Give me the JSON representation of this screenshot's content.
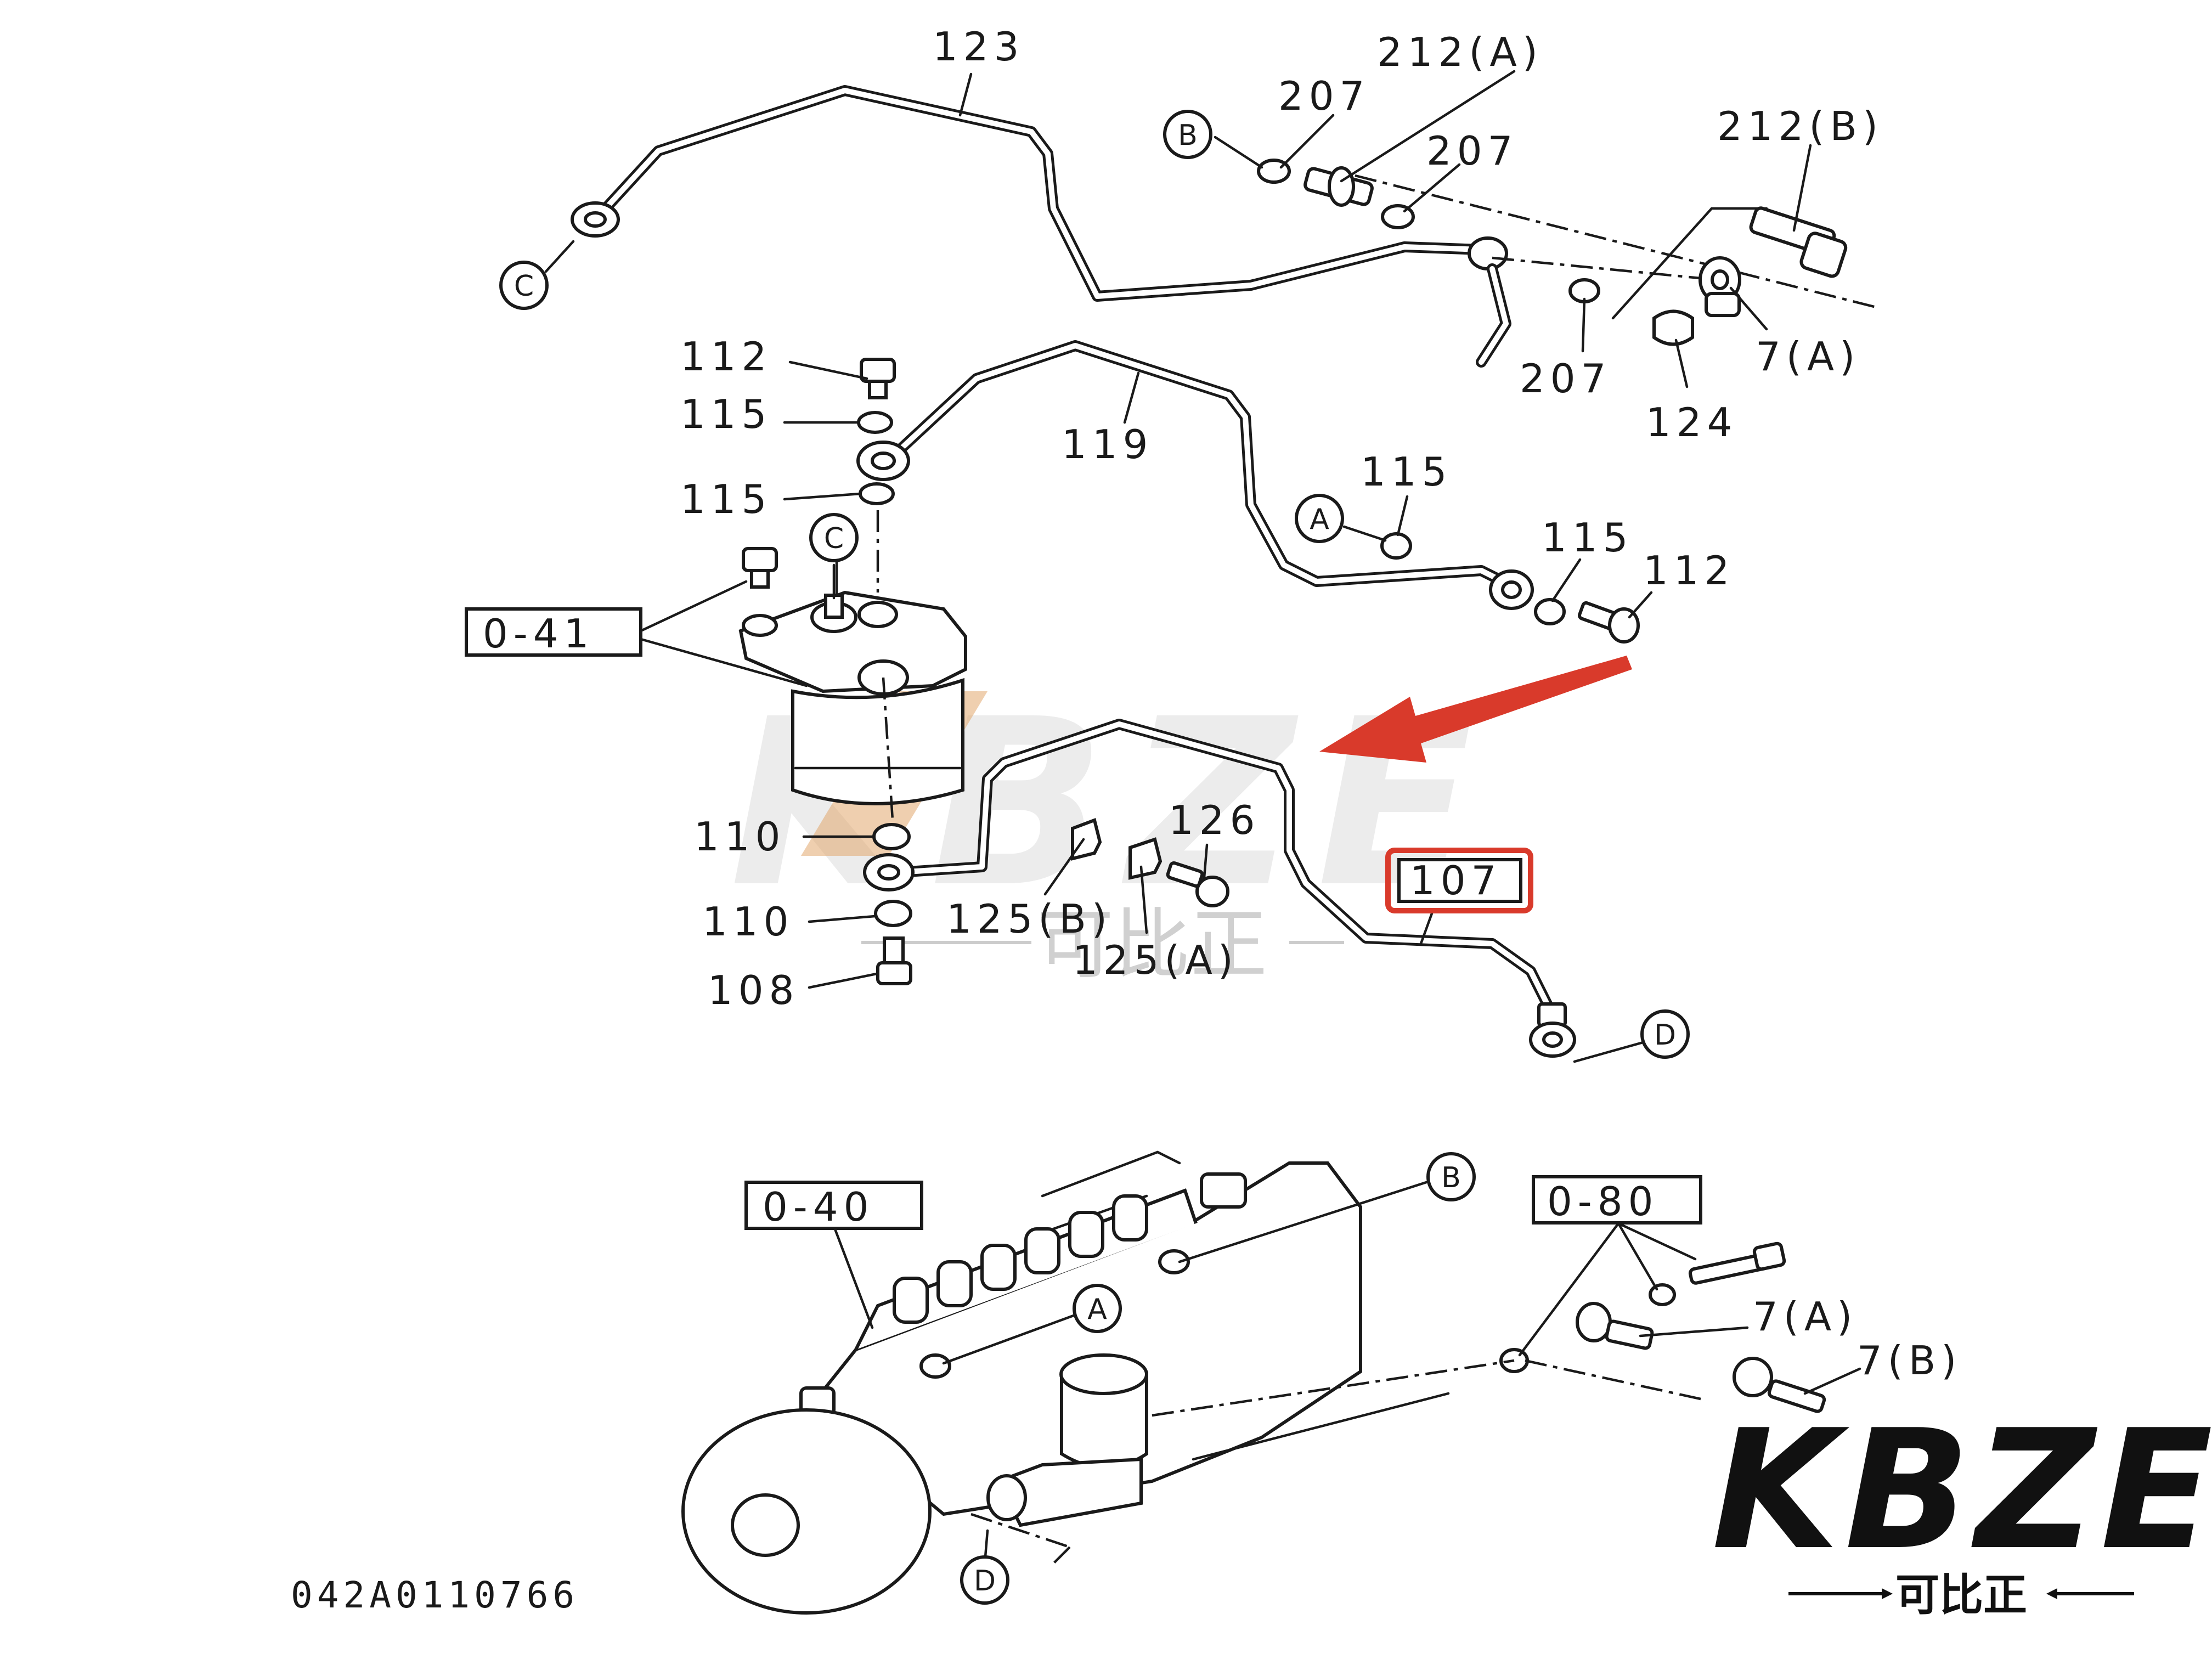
{
  "title_code": "042A0110766",
  "highlighted_part": "107",
  "colors": {
    "highlight": "#d93a2b",
    "arrow": "#d93a2b",
    "line": "#1a1a1a",
    "watermark": "#c9c9c9"
  },
  "callouts": {
    "A": "A",
    "B": "B",
    "C": "C",
    "D": "D"
  },
  "part_labels": {
    "p123": "123",
    "p212a": "212(A)",
    "p207_1": "207",
    "p207_2": "207",
    "p207_3": "207",
    "p212b": "212(B)",
    "p7a_top": "7(A)",
    "p124": "124",
    "p112_1": "112",
    "p115_1": "115",
    "p115_2": "115",
    "p119": "119",
    "p115_3": "115",
    "p115_4": "115",
    "p112_2": "112",
    "p110_1": "110",
    "p110_2": "110",
    "p108": "108",
    "p125b": "125(B)",
    "p125a": "125(A)",
    "p126": "126",
    "p107": "107",
    "p7a_bottom": "7(A)",
    "p7b": "7(B)"
  },
  "assembly_refs": {
    "r041": "0-41",
    "r040": "0-40",
    "r080": "0-80"
  },
  "watermark": {
    "brand": "KBZE",
    "chinese": "可比正"
  },
  "logo": {
    "brand": "KBZE",
    "chinese": "可比正"
  }
}
